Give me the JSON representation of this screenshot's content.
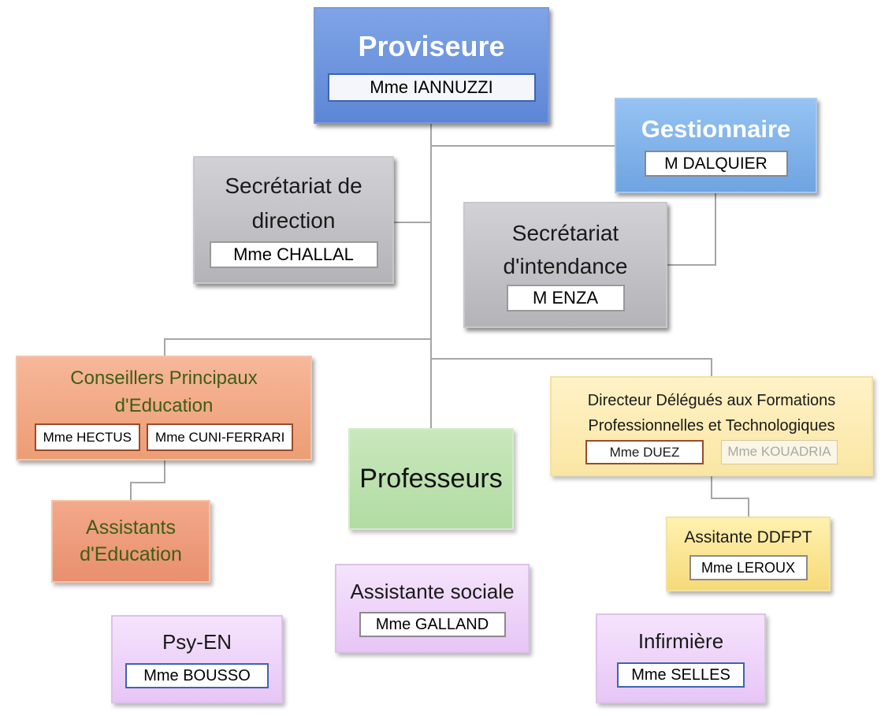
{
  "proviseure": {
    "title": "Proviseure",
    "name": "Mme IANNUZZI"
  },
  "gestionnaire": {
    "title": "Gestionnaire",
    "name": "M DALQUIER"
  },
  "secretariat_direction": {
    "title_line1": "Secrétariat de",
    "title_line2": "direction",
    "name": "Mme CHALLAL"
  },
  "secretariat_intendance": {
    "title_line1": "Secrétariat",
    "title_line2": "d'intendance",
    "name": "M ENZA"
  },
  "cpe": {
    "title_line1": "Conseillers Principaux",
    "title_line2": "d'Education",
    "names": [
      "Mme HECTUS",
      "Mme CUNI-FERRARI"
    ]
  },
  "professeurs": {
    "title": "Professeurs"
  },
  "ddfpt": {
    "title_line1": "Directeur Délégués aux Formations",
    "title_line2": "Professionnelles et Technologiques",
    "names": [
      "Mme DUEZ",
      "Mme KOUADRIA"
    ]
  },
  "assistants_education": {
    "title_line1": "Assistants",
    "title_line2": "d'Education"
  },
  "assistante_ddfpt": {
    "title": "Assitante DDFPT",
    "name": "Mme LEROUX"
  },
  "assistante_sociale": {
    "title": "Assistante sociale",
    "name": "Mme GALLAND"
  },
  "psy_en": {
    "title": "Psy-EN",
    "name": "Mme BOUSSO"
  },
  "infirmiere": {
    "title": "Infirmière",
    "name": "Mme SELLES"
  }
}
